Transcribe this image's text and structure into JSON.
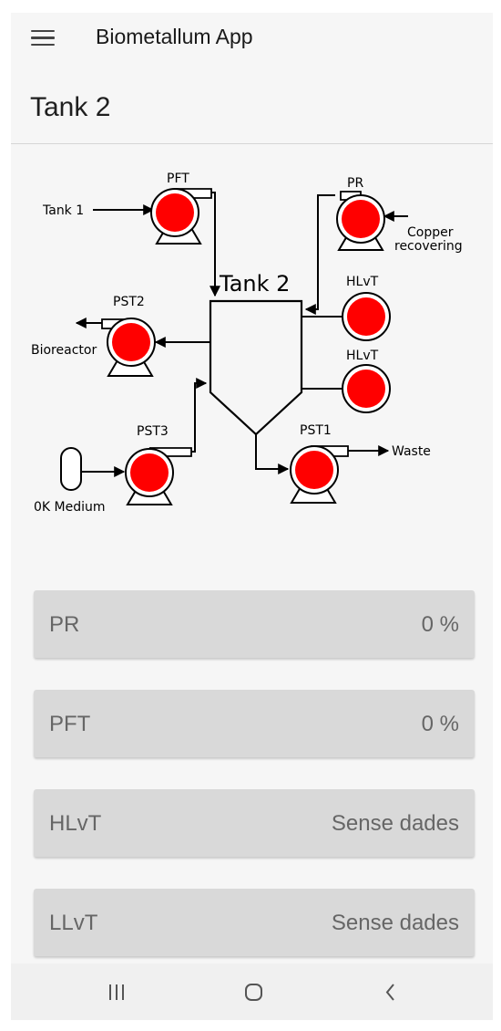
{
  "app": {
    "title": "Biometallum App",
    "menu_icon": "hamburger-menu-icon"
  },
  "page": {
    "title": "Tank 2"
  },
  "diagram": {
    "tank_label": "Tank 2",
    "labels": {
      "tank1": "Tank 1",
      "pft": "PFT",
      "pr": "PR",
      "copper1": "Copper",
      "copper2": "recovering",
      "hlvt_top": "HLvT",
      "hlvt_bottom": "HLvT",
      "pst2": "PST2",
      "bioreactor": "Bioreactor",
      "pst3": "PST3",
      "medium": "0K Medium",
      "pst1": "PST1",
      "waste": "Waste"
    },
    "pump_color": "#ff0000"
  },
  "cards": [
    {
      "name": "PR",
      "value": "0 %"
    },
    {
      "name": "PFT",
      "value": "0 %"
    },
    {
      "name": "HLvT",
      "value": "Sense dades"
    },
    {
      "name": "LLvT",
      "value": "Sense dades"
    }
  ],
  "navbar": {
    "recent_icon": "recent-apps-icon",
    "home_icon": "home-icon",
    "back_icon": "back-icon"
  }
}
